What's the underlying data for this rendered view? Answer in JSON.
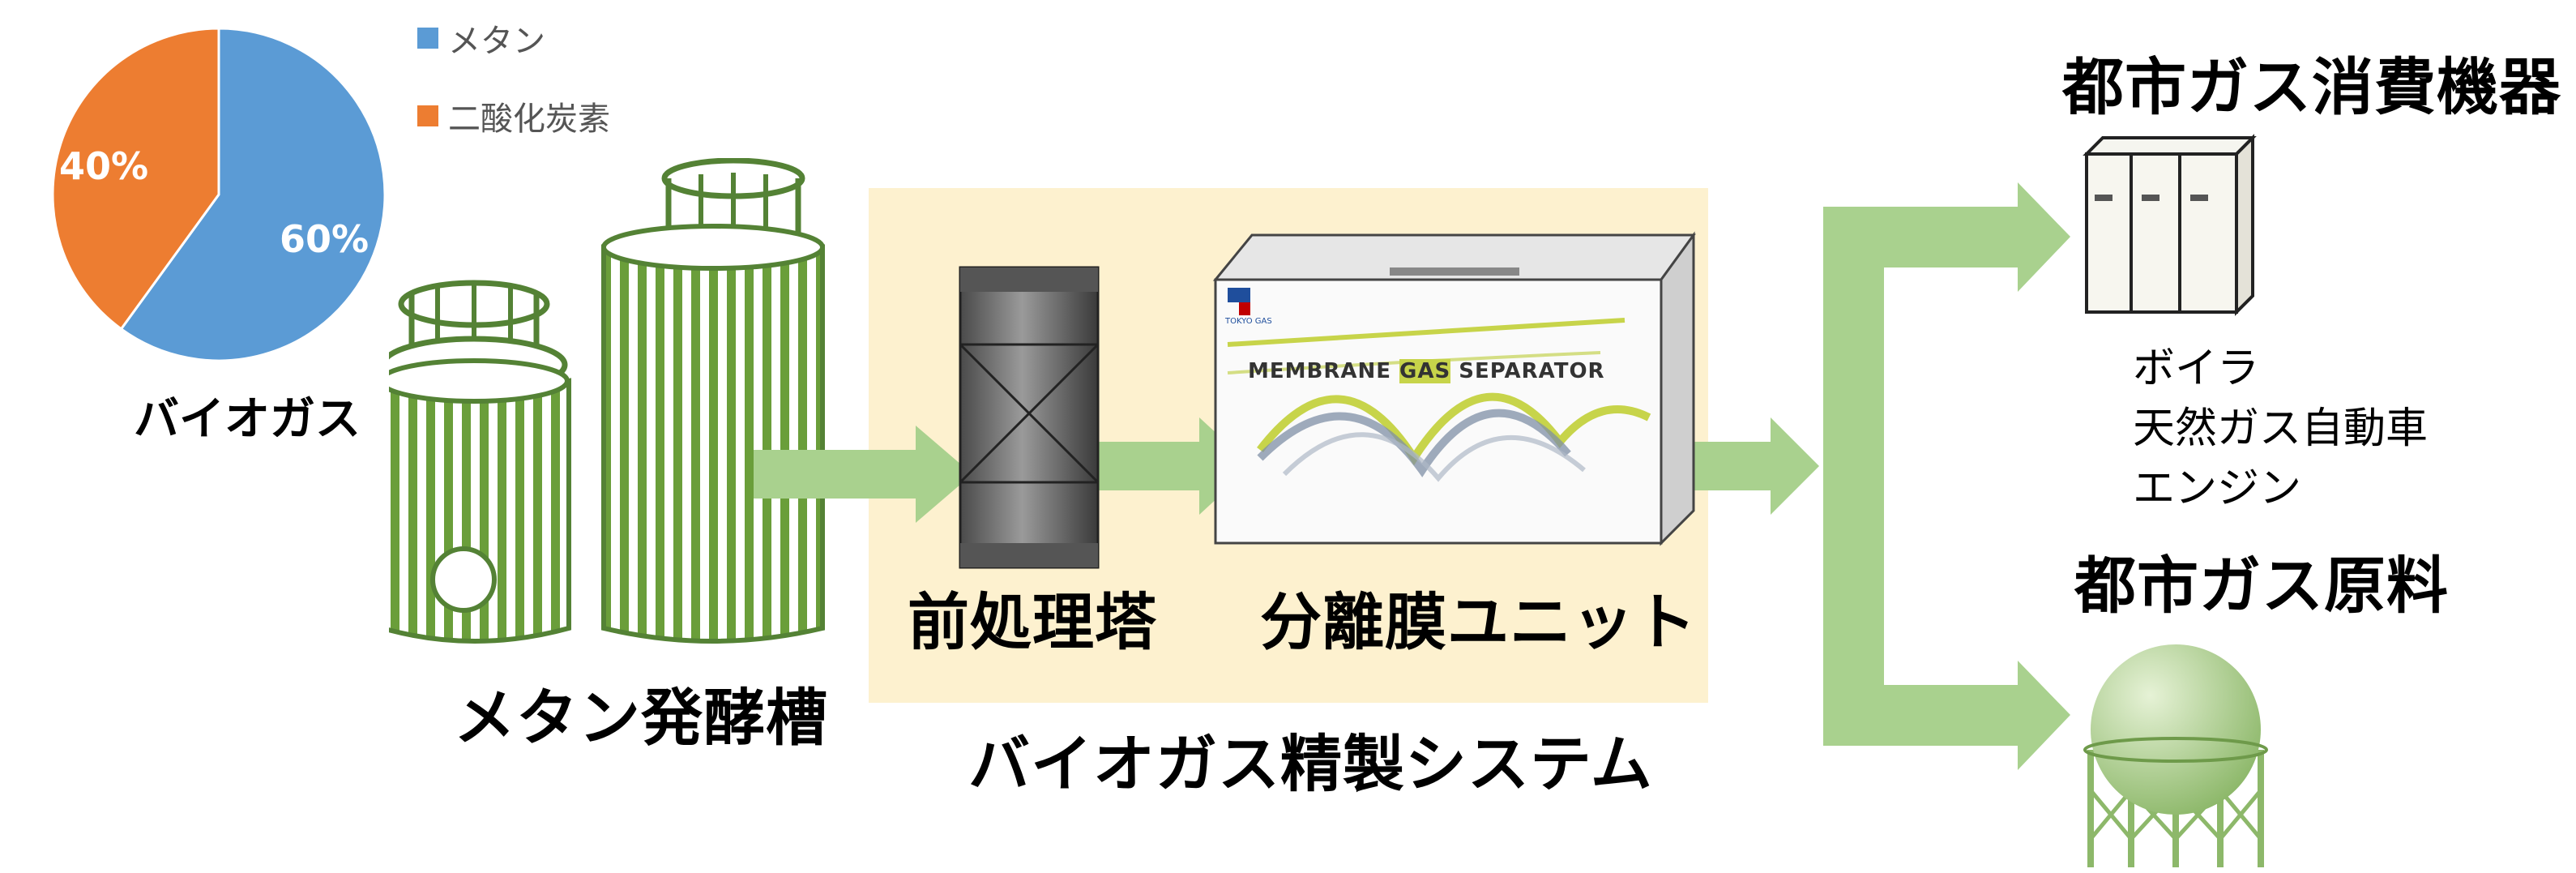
{
  "biogas": {
    "label": "バイオガス",
    "legend": [
      {
        "name": "メタン",
        "color": "#5B9BD5"
      },
      {
        "name": "二酸化炭素",
        "color": "#ED7D31"
      }
    ],
    "slices": [
      {
        "name": "メタン",
        "value": 60,
        "label": "60%",
        "color": "#5B9BD5"
      },
      {
        "name": "二酸化炭素",
        "value": 40,
        "label": "40%",
        "color": "#ED7D31"
      }
    ]
  },
  "tank": {
    "label": "メタン発酵槽"
  },
  "system": {
    "label": "バイオガス精製システム",
    "bg_color": "#FDF1CF",
    "pretreatment": {
      "label": "前処理塔"
    },
    "separator": {
      "label": "分離膜ユニット",
      "device_text_a": "MEMBRANE ",
      "device_text_b": "GAS",
      "device_text_c": " SEPARATOR",
      "logo_text": "TOKYO GAS"
    }
  },
  "outputs": {
    "consumer": {
      "title": "都市ガス消費機器",
      "items": [
        "ボイラ",
        "天然ガス自動車",
        "エンジン"
      ]
    },
    "feedstock": {
      "title": "都市ガス原料"
    }
  },
  "colors": {
    "arrow": "#A9D18E",
    "tank_green": "#548235"
  }
}
